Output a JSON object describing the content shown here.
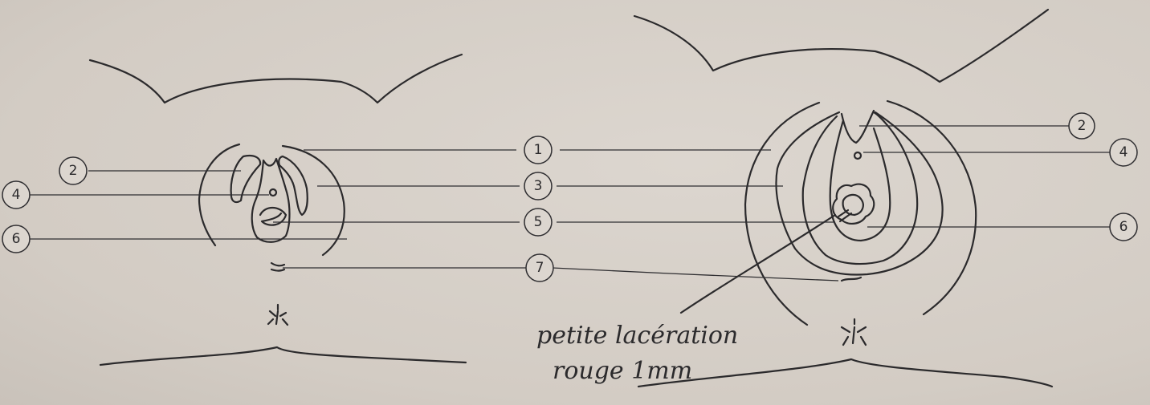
{
  "labels": {
    "one": "1",
    "two": "2",
    "three": "3",
    "four": "4",
    "five": "5",
    "six": "6",
    "seven": "7"
  },
  "annotation": {
    "line1": "petite lacération",
    "line2": "rouge 1mm"
  },
  "colors": {
    "paper": "#d7d1ca",
    "ink": "#2b2a2c"
  }
}
